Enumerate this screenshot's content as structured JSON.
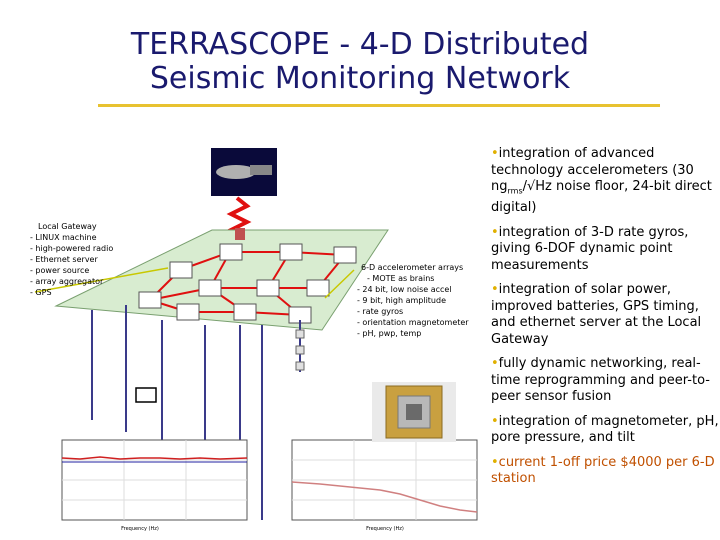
{
  "title": {
    "line1": "TERRASCOPE - 4-D Distributed",
    "line2": "Seismic Monitoring Network"
  },
  "gateway": {
    "heading": "Local Gateway",
    "items": [
      "- LINUX machine",
      "- high-powered radio",
      "- Ethernet server",
      "- power source",
      "- array aggregator",
      "- GPS"
    ]
  },
  "mote": {
    "heading": "6-D accelerometer arrays",
    "heading2": "- MOTE as brains",
    "items": [
      "- 24 bit, low noise accel",
      "- 9 bit, high amplitude",
      "- rate gyros",
      "- orientation magnetometer",
      "- pH, pwp, temp"
    ]
  },
  "bullets": [
    {
      "text": "integration of advanced technology accelerometers (30 ng",
      "sub": "rms",
      "tail": "/√Hz noise floor, 24-bit direct digital)"
    },
    {
      "text": "integration of 3-D rate gyros, giving 6-DOF dynamic point measurements"
    },
    {
      "text": "integration of solar power, improved batteries, GPS timing, and ethernet server at the Local Gateway"
    },
    {
      "text": "fully dynamic networking, real-time reprogramming and peer-to-peer sensor fusion"
    },
    {
      "text": "integration of magnetometer, pH, pore pressure, and tilt"
    },
    {
      "text": "current 1-off price $4000 per 6-D station"
    }
  ],
  "plots": {
    "left_xlabel": "Frequency (Hz)",
    "right_xlabel": "Frequency (Hz)"
  },
  "colors": {
    "title": "#1a1a6e",
    "rule": "#e8c230",
    "link": "#e01010",
    "orange": "#c05000",
    "plane": "#d8ecd0",
    "pillar": "#3a3a8a"
  }
}
